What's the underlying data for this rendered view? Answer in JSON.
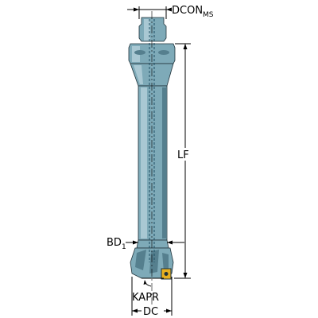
{
  "dimensions": {
    "dcon": {
      "main": "DCON",
      "sub": "MS"
    },
    "lf": {
      "main": "LF"
    },
    "bd": {
      "main": "BD",
      "sub": "1"
    },
    "kapr": {
      "main": "KAPR"
    },
    "dc": {
      "main": "DC"
    }
  },
  "colors": {
    "body": "#7eaab8",
    "insert": "#e8b020",
    "outline": "#20323a"
  }
}
